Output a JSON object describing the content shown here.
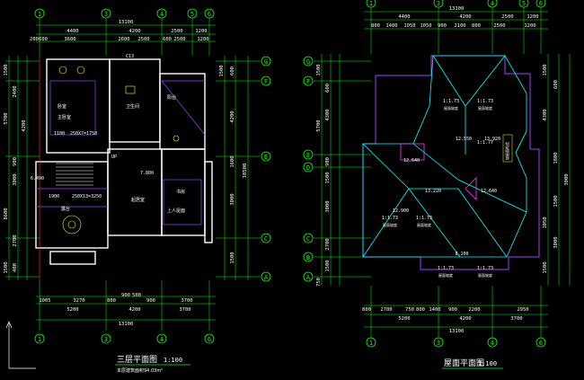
{
  "left_plan": {
    "title": "三层平面图",
    "scale": "1:100",
    "area_note": "本层建筑面积94.03m²",
    "axes_top": [
      "1",
      "3",
      "4",
      "5",
      "6"
    ],
    "axes_bottom": [
      "1",
      "3",
      "4",
      "6"
    ],
    "axes_right": [
      "G",
      "F",
      "E",
      "C",
      "A"
    ],
    "dim_top_overall": "13100",
    "dim_top_row1": [
      "4400",
      "4200",
      "2500",
      "1200"
    ],
    "dim_top_row2": [
      "200",
      "600",
      "3600",
      "2600",
      "2500",
      "600",
      "2500",
      "1200"
    ],
    "dim_bottom_row1": [
      "1005",
      "3270",
      "800",
      "900",
      "500",
      "900",
      "3700"
    ],
    "dim_bottom_row2": [
      "5200",
      "4200",
      "3700"
    ],
    "dim_bottom_overall": "13100",
    "dim_left": [
      "1500",
      "2400",
      "5700",
      "900",
      "3000",
      "8600",
      "4200",
      "2700",
      "1500",
      "400"
    ],
    "dim_right": [
      "1500",
      "600",
      "4200",
      "1600",
      "10500",
      "3000",
      "1500"
    ],
    "rooms": [
      {
        "label": "卧室"
      },
      {
        "label": "卫生间"
      },
      {
        "label": "主卧室"
      },
      {
        "label": "书房"
      },
      {
        "label": "阳台"
      },
      {
        "label": "露台"
      },
      {
        "label": "上人屋面"
      },
      {
        "label": "起居室"
      }
    ],
    "notes": [
      "1100",
      "250X7=1750",
      "250X13=3250",
      "1900",
      "7.800",
      "6.490",
      "C13",
      "UP"
    ]
  },
  "right_plan": {
    "title": "屋面平面图",
    "scale": "1:100",
    "axes_top": [
      "1",
      "3",
      "4",
      "5",
      "6"
    ],
    "axes_bottom": [
      "1",
      "3",
      "4",
      "6"
    ],
    "axes_left": [
      "G",
      "F",
      "E",
      "D",
      "C",
      "B",
      "A"
    ],
    "dim_top_overall": "13100",
    "dim_top_row1": [
      "4400",
      "4200",
      "2500",
      "1200"
    ],
    "dim_top_row2": [
      "800",
      "1400",
      "1050",
      "1050",
      "900",
      "2100",
      "800",
      "2500",
      "1200"
    ],
    "dim_bottom_row1": [
      "800",
      "2700",
      "750",
      "800",
      "1400",
      "900",
      "2200",
      "2950"
    ],
    "dim_bottom_row2": [
      "5200",
      "4200",
      "3700"
    ],
    "dim_bottom_overall": "13100",
    "dim_left": [
      "1500",
      "600",
      "4300",
      "5700",
      "900",
      "1500",
      "3000",
      "2700",
      "1500",
      "750"
    ],
    "dim_right": [
      "1500",
      "600",
      "4300",
      "1800",
      "3000",
      "1500",
      "1050",
      "3000",
      "1500"
    ],
    "slopes": [
      "1:1.73",
      "1:1.73",
      "1:1.73",
      "1:1.73",
      "1:1.73",
      "1:1.73",
      "1:1.77"
    ],
    "slope_note": "屋面坡度",
    "elevations": [
      "12.550",
      "13.920",
      "12.640",
      "13.220",
      "12.640",
      "12.900",
      "8.100"
    ],
    "side_note": "坡屋面构造"
  },
  "colors": {
    "background": "#000000",
    "axis": "#00ff00",
    "wall": "#ffffff",
    "dim": "#00ff00",
    "text": "#ffffff",
    "purple": "#a040ff",
    "magenta": "#ff40ff",
    "yellow": "#ffff00",
    "cyan": "#00ffff",
    "red": "#ff3030"
  }
}
